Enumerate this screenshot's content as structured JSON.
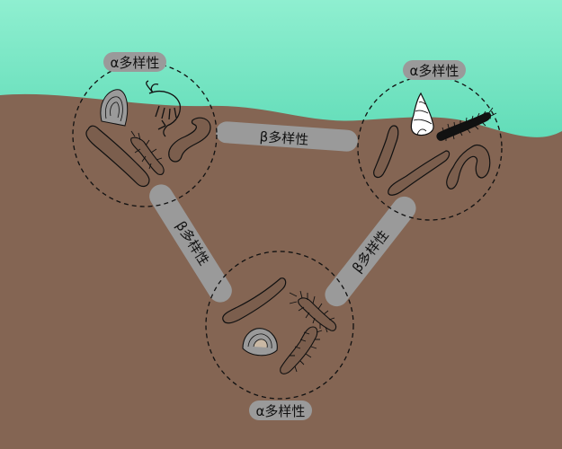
{
  "colors": {
    "water_top": "#8fefd0",
    "water_bottom": "#5ad9b4",
    "sediment": "#846553",
    "organism": "#7b5e4d",
    "outline": "#111111",
    "pill": "#9a9a9a",
    "label_text": "#111111"
  },
  "communities": [
    {
      "label": "α多样性",
      "organisms": [
        "clam",
        "shrimp",
        "worm",
        "polychaete",
        "worm"
      ]
    },
    {
      "label": "α多样性",
      "organisms": [
        "snail",
        "polychaete",
        "worm",
        "worm",
        "worm"
      ]
    },
    {
      "label": "α多样性",
      "organisms": [
        "worm",
        "polychaete",
        "clam",
        "polychaete"
      ]
    }
  ],
  "connections": [
    {
      "label": "β多样性",
      "between": [
        0,
        1
      ]
    },
    {
      "label": "β多样性",
      "between": [
        0,
        2
      ]
    },
    {
      "label": "β多样性",
      "between": [
        1,
        2
      ]
    }
  ]
}
